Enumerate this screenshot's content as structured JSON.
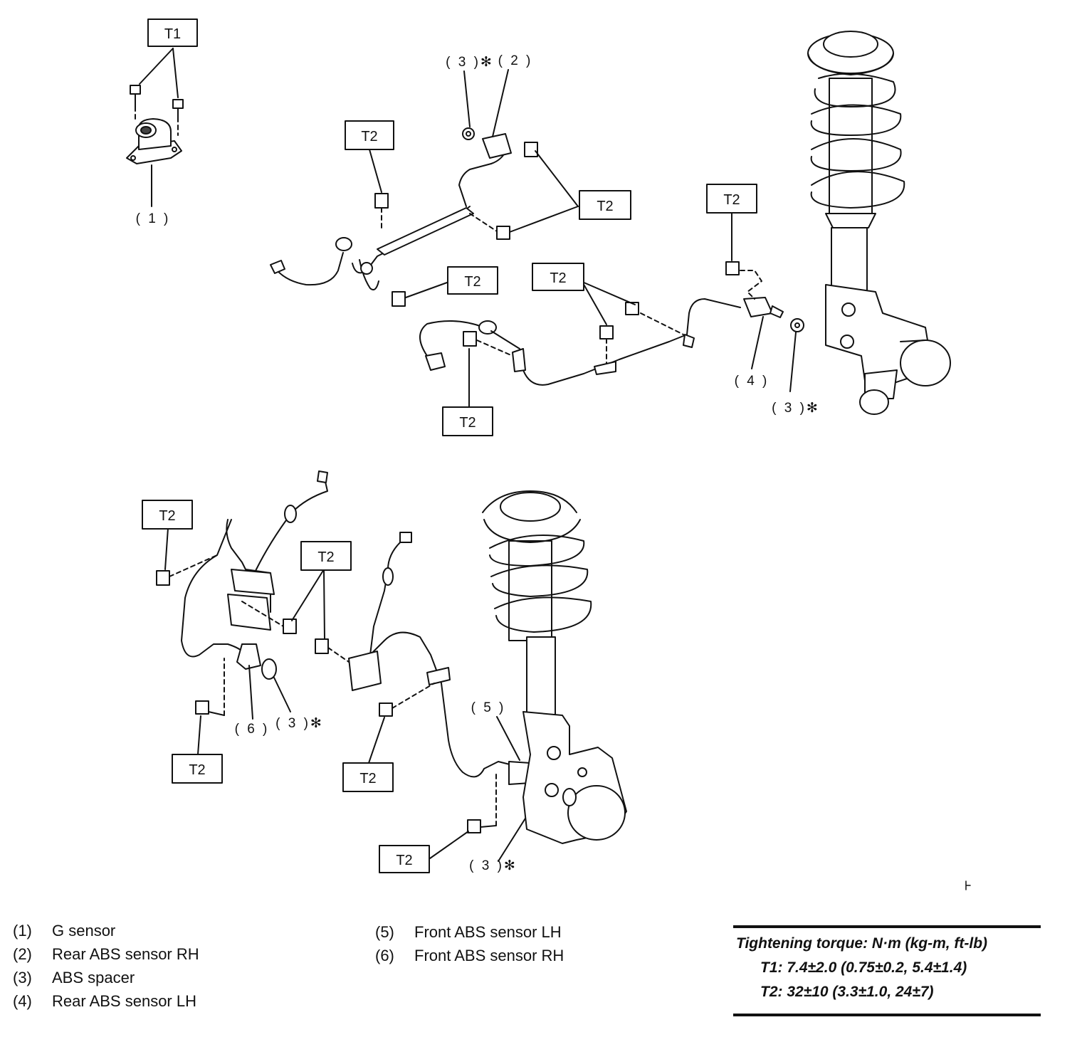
{
  "callouts": {
    "t1": "T1",
    "t2": "T2",
    "n1": "( 1 )",
    "n2": "( 2 )",
    "n3s": "( 3 )✻",
    "n4": "( 4 )",
    "n5": "( 5 )",
    "n6": "( 6 )"
  },
  "legend": {
    "items": [
      {
        "num": "(1)",
        "label": "G sensor"
      },
      {
        "num": "(2)",
        "label": "Rear ABS sensor RH"
      },
      {
        "num": "(3)",
        "label": "ABS spacer"
      },
      {
        "num": "(4)",
        "label": "Rear ABS sensor LH"
      },
      {
        "num": "(5)",
        "label": "Front ABS sensor LH"
      },
      {
        "num": "(6)",
        "label": "Front ABS sensor RH"
      }
    ]
  },
  "torque": {
    "title": "Tightening torque: N·m (kg-m, ft-lb)",
    "t1": "T1: 7.4±2.0 (0.75±0.2, 5.4±1.4)",
    "t2": "T2: 32±10 (3.3±1.0, 24±7)"
  }
}
